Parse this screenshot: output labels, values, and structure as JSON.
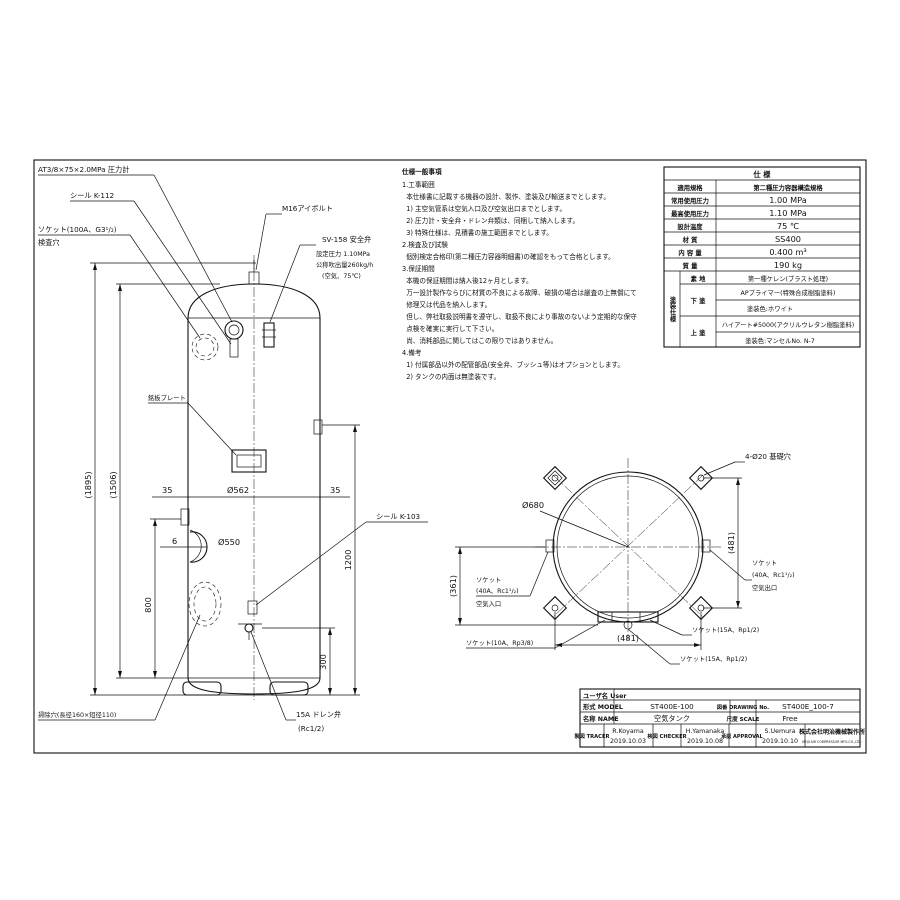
{
  "callouts": {
    "gauge": "AT3/8×75×2.0MPa 圧力計",
    "seal_k112": "シール K-112",
    "socket_inspect_a": "ソケット(100A、G3¹/₂)",
    "socket_inspect_b": "検査穴",
    "eyebolt": "M16アイボルト",
    "sv_title": "SV-158 安全弁",
    "sv_set": "設定圧力 1.10MPa",
    "sv_flow": "公称吹出量260kg/h",
    "sv_cond": "(空気、75℃)",
    "nameplate": "銘板プレート",
    "seal_k103": "シール K-103",
    "cleanout": "掃除穴(長径160×短径110)",
    "drain_a": "15A ドレン弁",
    "drain_b": "(Rc1/2)"
  },
  "dims": {
    "d1895": "(1895)",
    "d1506": "(1506)",
    "d35a": "35",
    "d562": "Ø562",
    "d35b": "35",
    "d6": "6",
    "d550": "Ø550",
    "d800": "800",
    "d1200": "1200",
    "d300": "300"
  },
  "plan": {
    "holes": "4-Ø20 基礎穴",
    "d680": "Ø680",
    "d481v": "(481)",
    "d361": "(361)",
    "d481h": "(481)",
    "inlet_a": "ソケット",
    "inlet_b": "(40A、Rc1¹/₂)",
    "inlet_c": "空気入口",
    "outlet_a": "ソケット",
    "outlet_b": "(40A、Rc1¹/₂)",
    "outlet_c": "空気出口",
    "s10": "ソケット(10A、Rp3/8)",
    "s15a": "ソケット(15A、Rp1/2)",
    "s15b": "ソケット(15A、Rp1/2)"
  },
  "notes": {
    "heading": "仕様一般事項",
    "lines": [
      "1.工事範囲",
      "  本仕様書に記載する機器の設計、製作、塗装及び輸送までとします。",
      "  1) 主空気管系は空気入口及び空気出口までとします。",
      "  2) 圧力計・安全弁・ドレン弁類は、同梱して納入します。",
      "  3) 特殊仕様は、見積書の施工範囲までとします。",
      "2.検査及び試験",
      "  個別検定合格印(第二種圧力容器明細書)の確認をもって合格とします。",
      "3.保証期間",
      "  本機の保証期間は納入後12ヶ月とします。",
      "  万一設計製作ならびに材質の不良による故障、破損の場合は厳査の上無償にて",
      "  修理又は代品を納入します。",
      "  但し、弊社取扱説明書を遵守し、取扱不良により事故のないよう定期的な保守",
      "  点検を確実に実行して下さい。",
      "  尚、消耗部品に関してはこの限りではありません。",
      "4.備考",
      "  1) 付属部品以外の配管部品(安全弁、ブッシュ等)はオプションとします。",
      "  2) タンクの内面は無塗装です。"
    ]
  },
  "spec": {
    "title": "仕 様",
    "rows": [
      {
        "label": "適用規格",
        "value": "第二種圧力容器構造規格"
      },
      {
        "label": "常用使用圧力",
        "value": "1.00 MPa"
      },
      {
        "label": "最高使用圧力",
        "value": "1.10 MPa"
      },
      {
        "label": "設計温度",
        "value": "75 ℃"
      },
      {
        "label": "材 質",
        "value": "SS400"
      },
      {
        "label": "内 容 量",
        "value": "0.400 m³"
      },
      {
        "label": "質 量",
        "value": "190 kg"
      }
    ],
    "paint_group": "塗装仕様",
    "paint_rows": [
      {
        "label": "素 地",
        "value": "第一種ケレン(ブラスト処理)"
      },
      {
        "label": "下 塗",
        "value": "APプライマー(特殊合成樹脂塗料)"
      },
      {
        "label": "",
        "value": "塗装色:ホワイト"
      },
      {
        "label": "上 塗",
        "value": "ハイアート#5000(アクリルウレタン樹脂塗料)"
      },
      {
        "label": "",
        "value": "塗装色:マンセルNo. N-7"
      }
    ]
  },
  "titleblock": {
    "user_label": "ユーザ名 User",
    "model_label": "形式 MODEL",
    "model": "ST400E-100",
    "drawing_label": "図番 DRAWING No.",
    "drawing_no": "ST400E_100-7",
    "name_label": "名称 NAME",
    "name": "空気タンク",
    "scale_label": "尺度 SCALE",
    "scale": "Free",
    "tracer_label": "製図 TRACER",
    "tracer": "R.Koyama",
    "tracer_date": "2019.10.03",
    "checker_label": "検図 CHECKER",
    "checker": "H.Yamanaka",
    "checker_date": "2019.10.08",
    "approval_label": "承認 APPROVAL",
    "approver": "S.Uemura",
    "approval_date": "2019.10.10",
    "company": "株式会社明治機械製作所",
    "company_en": "MEIJI AIR COMPRESSOR MFG.CO.,LTD."
  }
}
